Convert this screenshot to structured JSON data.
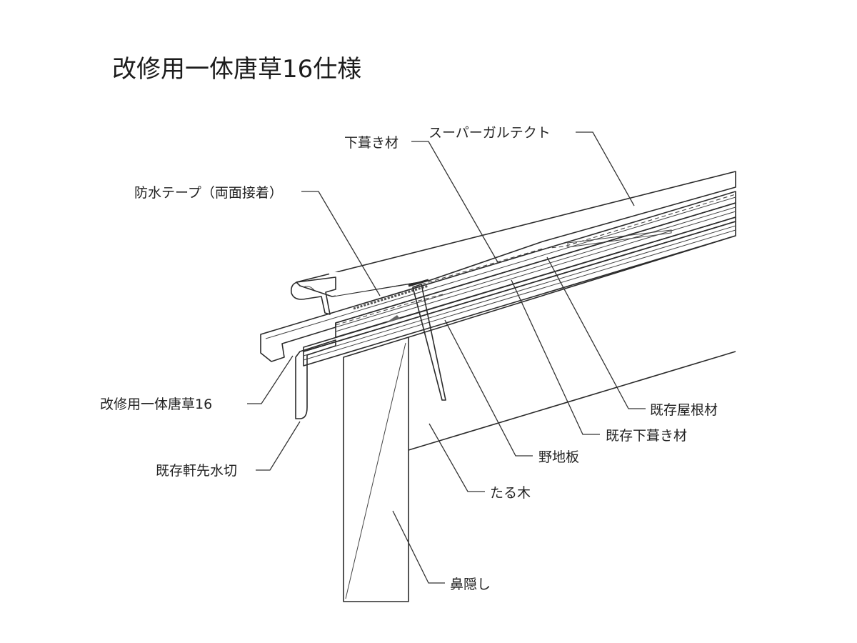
{
  "title": "改修用一体唐草16仕様",
  "labels": {
    "shitabuki": "下葺き材",
    "super_galtect": "スーパーガルテクト",
    "bousui_tape": "防水テープ（両面接着）",
    "karakusa": "改修用一体唐草16",
    "nokisaki": "既存軒先水切",
    "kison_yane": "既存屋根材",
    "kison_shitabuki": "既存下葺き材",
    "nojiita": "野地板",
    "taruki": "たる木",
    "hanakakushi": "鼻隠し"
  },
  "colors": {
    "line": "#2a2a2a",
    "roof_gray": "#d4d4d4",
    "background": "#ffffff"
  }
}
